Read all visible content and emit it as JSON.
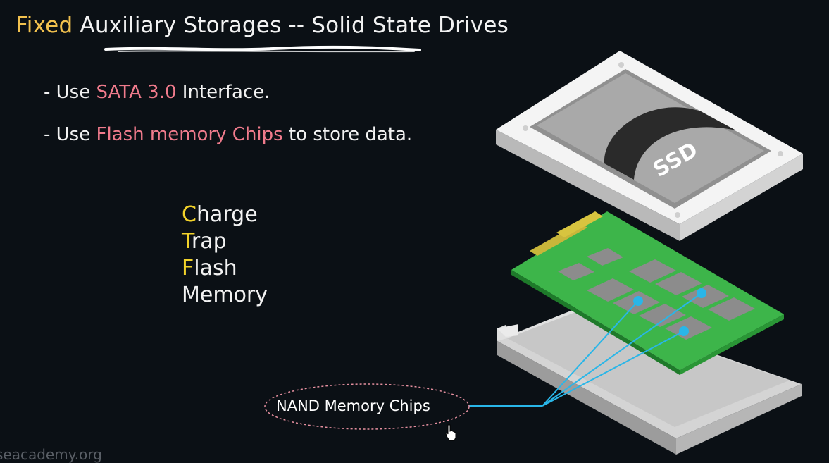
{
  "title": {
    "accent": "Fixed",
    "rest": "Auxiliary Storages -- Solid State Drives"
  },
  "bullets": [
    {
      "prefix": "- Use ",
      "highlight": "SATA 3.0",
      "suffix": " Interface."
    },
    {
      "prefix": "- Use ",
      "highlight": "Flash memory Chips",
      "suffix": " to store data."
    }
  ],
  "acronym": [
    {
      "first": "C",
      "rest": "harge"
    },
    {
      "first": "T",
      "rest": "rap"
    },
    {
      "first": "F",
      "rest": "lash"
    },
    {
      "first": "",
      "rest": "Memory"
    }
  ],
  "illustration": {
    "case_label": "SSD",
    "callout": "NAND Memory Chips"
  },
  "watermark": "seacademy.org",
  "colors": {
    "background": "#0b1015",
    "title_accent": "#f2c14e",
    "highlight": "#f07b8c",
    "acronym_letter": "#f2d22a",
    "pcb": "#3db54a",
    "callout_line": "#29b6e8"
  },
  "icons": [
    "mouse-pointer-icon"
  ]
}
